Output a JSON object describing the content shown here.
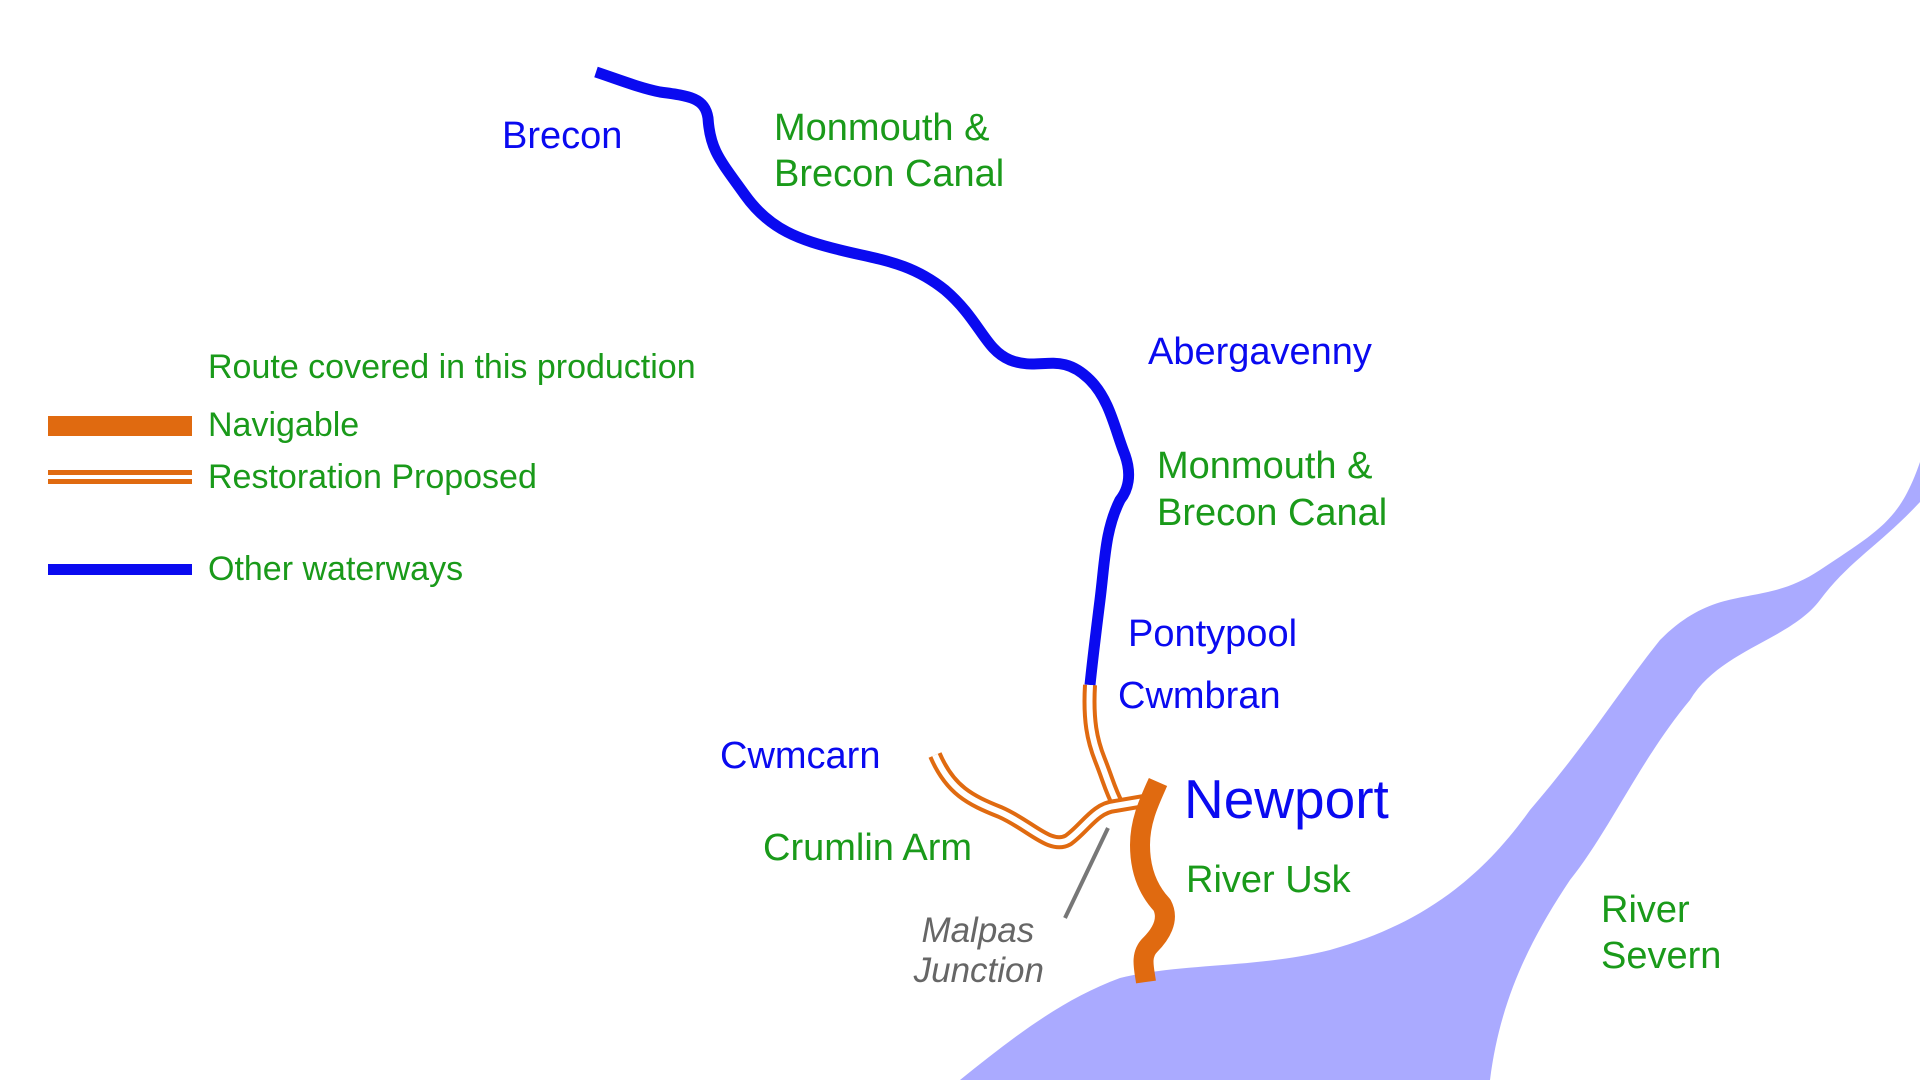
{
  "colors": {
    "navigable": "#e06a10",
    "restoration": "#e06a10",
    "other_waterways": "#0a0af0",
    "estuary": "#aaaaff",
    "waterway_label": "#1a9a1a",
    "place_label": "#0a0af0",
    "pointer_label": "#666666"
  },
  "legend": {
    "heading": "Route covered in this production",
    "navigable": "Navigable",
    "restoration": "Restoration Proposed",
    "other": "Other waterways"
  },
  "places": {
    "brecon": "Brecon",
    "abergavenny": "Abergavenny",
    "pontypool": "Pontypool",
    "cwmbran": "Cwmbran",
    "cwmcarn": "Cwmcarn",
    "newport": "Newport"
  },
  "waterways": {
    "canal_upper": [
      "Monmouth &",
      "Brecon Canal"
    ],
    "canal_lower": [
      "Monmouth &",
      "Brecon Canal"
    ],
    "crumlin_arm": "Crumlin Arm",
    "river_usk": "River Usk",
    "river_severn": [
      "River",
      "Severn"
    ]
  },
  "junction": [
    "Malpas",
    "Junction"
  ]
}
